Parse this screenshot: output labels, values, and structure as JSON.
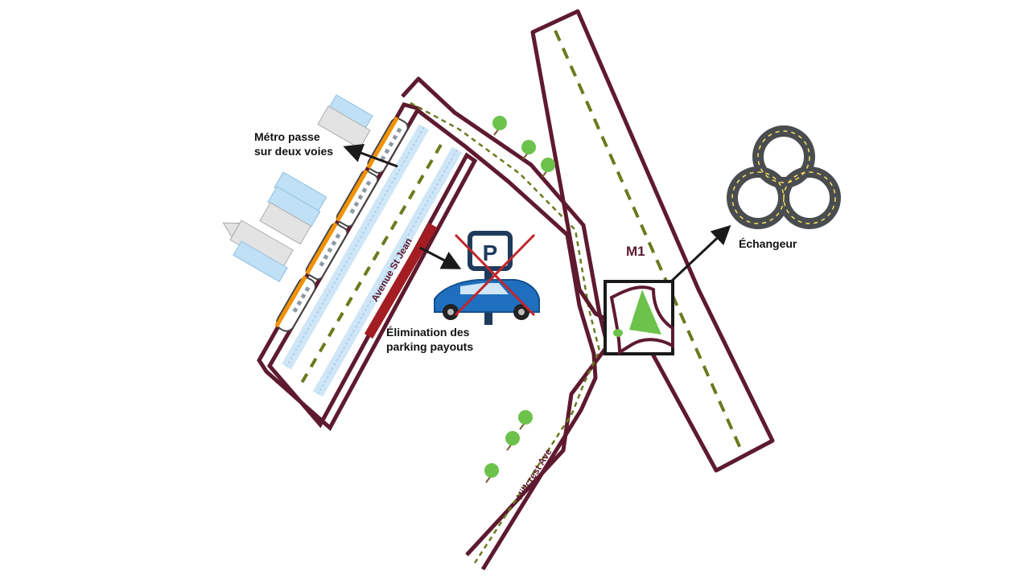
{
  "labels": {
    "metro": [
      "Métro passe",
      "sur deux voies"
    ],
    "parking": [
      "Élimination des",
      "parking payouts"
    ],
    "echangeur": "Échangeur",
    "m1": "M1",
    "avenue_st_jean": "Avenue St Jean",
    "hillcrest": "Hillcrest Ave"
  },
  "colors": {
    "road_outline": "#5e1a2e",
    "center_dash": "#6b7a1e",
    "parking_strip": "#a31d22",
    "rail": "#a9d2ee",
    "train_orange": "#f39200",
    "tree": "#6cc24a",
    "cloverleaf_road": "#4a4d50",
    "cloverleaf_dash": "#f5e05a",
    "interchange_green": "#6cc24a",
    "parking_sign": "#1f3b5c",
    "car_blue": "#1e6fbf",
    "cross_red": "#c0262d"
  },
  "icons": [
    "metro-train-icon",
    "building-icon",
    "parking-sign-icon",
    "car-icon",
    "cross-icon",
    "tree-icon",
    "cloverleaf-interchange-icon",
    "arrow-icon"
  ]
}
